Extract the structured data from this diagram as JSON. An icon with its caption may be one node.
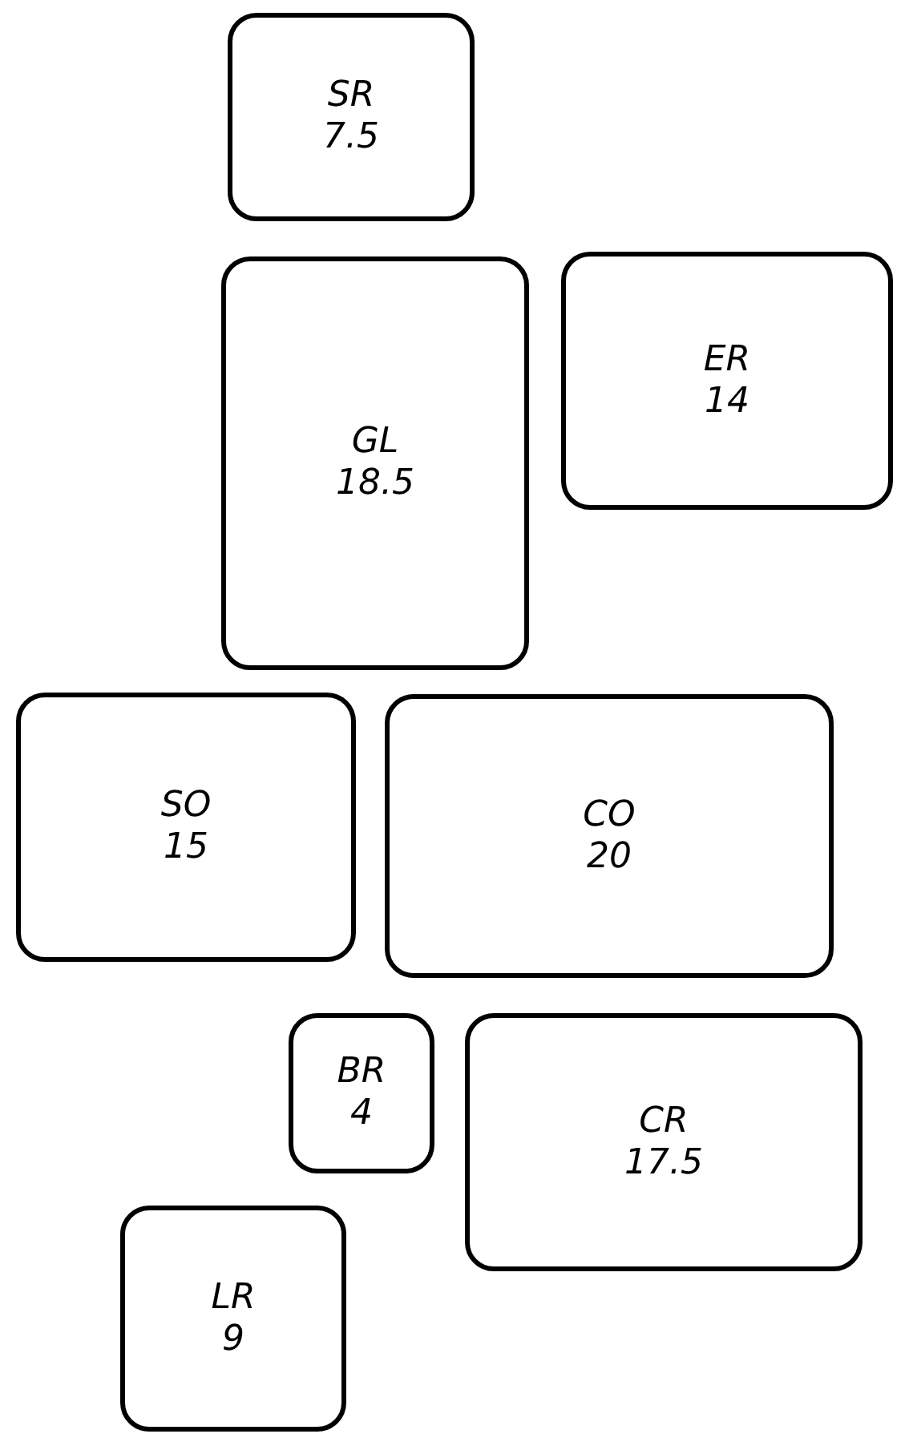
{
  "diagram": {
    "nodes": [
      {
        "text": [
          "SR",
          "7.5"
        ]
      },
      {
        "text": [
          "GL",
          "18.5"
        ]
      },
      {
        "text": [
          "ER",
          "14"
        ]
      },
      {
        "text": [
          "SO",
          "15"
        ]
      },
      {
        "text": [
          "CO",
          "20"
        ]
      },
      {
        "text": [
          "BR",
          "4"
        ]
      },
      {
        "text": [
          "CR",
          "17.5"
        ]
      },
      {
        "text": [
          "LR",
          "9"
        ]
      }
    ]
  }
}
